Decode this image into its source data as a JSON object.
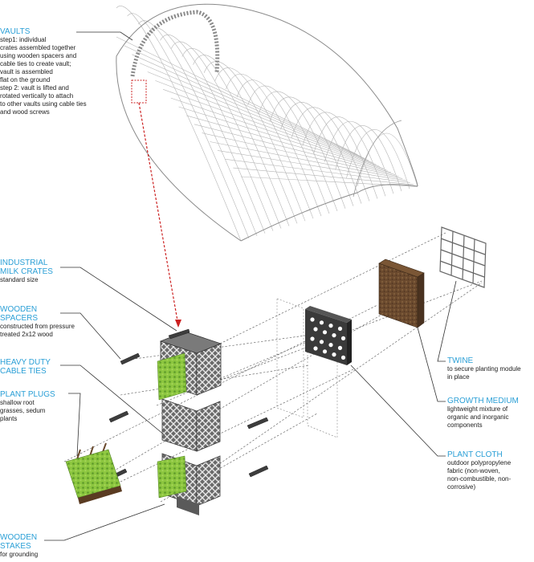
{
  "colors": {
    "accent": "#2a9fd6",
    "text": "#222222",
    "leader": "#333333",
    "dashed_red": "#cc2222",
    "crate": "#5a5a5a",
    "plant": "#7fb83a",
    "growth_medium": "#6b4a2e"
  },
  "labels": {
    "vaults": {
      "title": "VAULTS",
      "desc": "step1: individual\ncrates assembled together\nusing wooden spacers and\ncable ties to create vault;\nvault is assembled\nflat on the ground\nstep 2: vault is lifted and\nrotated vertically to attach\nto other vaults using cable ties\nand wood screws"
    },
    "milk_crates": {
      "title": "INDUSTRIAL\nMILK CRATES",
      "desc": "standard size"
    },
    "spacers": {
      "title": "WOODEN\nSPACERS",
      "desc": "constructed from pressure\ntreated 2x12 wood"
    },
    "cable_ties": {
      "title": "HEAVY DUTY\nCABLE TIES",
      "desc": ""
    },
    "plant_plugs": {
      "title": "PLANT PLUGS",
      "desc": "shallow root\ngrasses, sedum\nplants"
    },
    "stakes": {
      "title": "WOODEN\nSTAKES",
      "desc": "for grounding"
    },
    "twine": {
      "title": "TWINE",
      "desc": "to secure planting module\nin place"
    },
    "growth": {
      "title": "GROWTH MEDIUM",
      "desc": "lightweight mixture of\norganic and inorganic\ncomponents"
    },
    "cloth": {
      "title": "PLANT CLOTH",
      "desc": "outdoor polypropylene\nfabric (non-woven,\nnon-combustible, non-\ncorrosive)"
    }
  }
}
